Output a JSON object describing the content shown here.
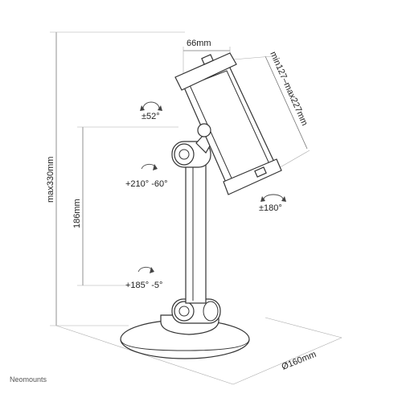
{
  "brand": "Neomounts",
  "dimensions": {
    "clamp_width": "66mm",
    "tablet_range": "min127–max227mm",
    "max_height": "max330mm",
    "arm_height": "186mm",
    "base_diameter": "Ø160mm"
  },
  "rotations": {
    "tilt_head": "±52°",
    "upper_joint": "+210° -60°",
    "swivel_head": "±180°",
    "lower_joint": "+185° -5°"
  }
}
